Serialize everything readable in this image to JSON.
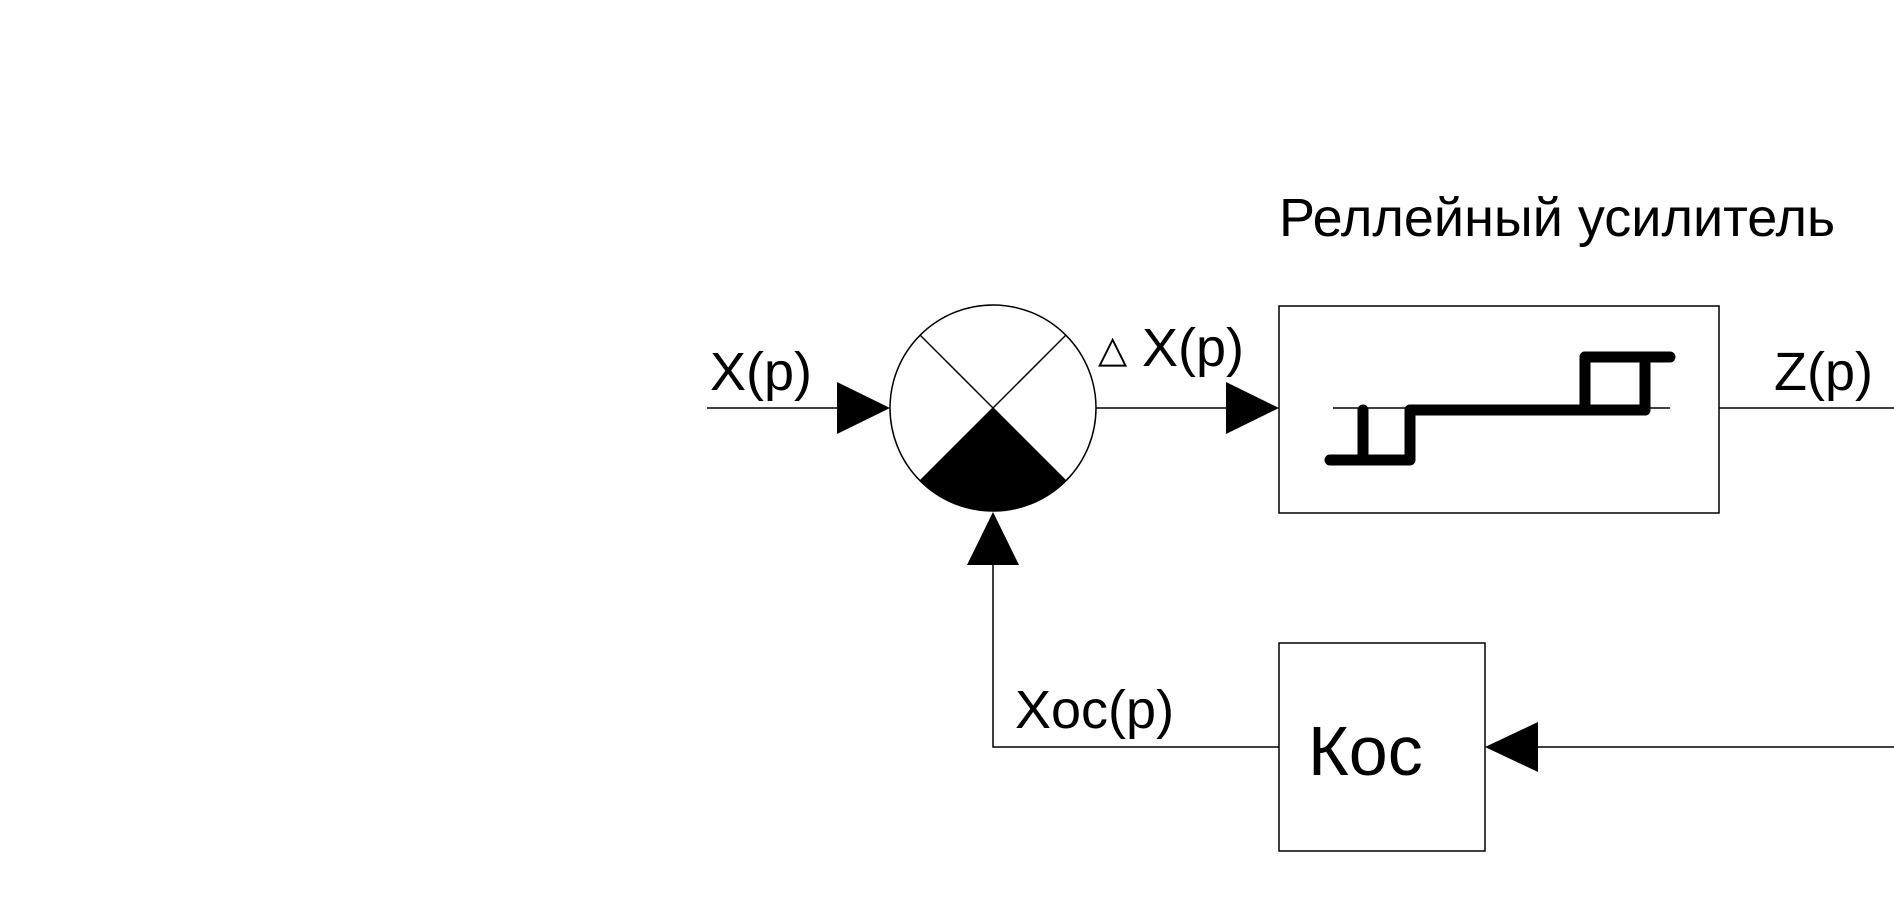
{
  "colors": {
    "line": "#000000",
    "background": "#ffffff"
  },
  "labels": {
    "amplifier_title": "Реллейный усилитель",
    "input_signal": "X(p)",
    "delta_symbol": "△",
    "error_signal": "X(p)",
    "output_signal": "Z(p)",
    "feedback_signal": "Xoc(p)",
    "feedback_block": "Кос"
  }
}
